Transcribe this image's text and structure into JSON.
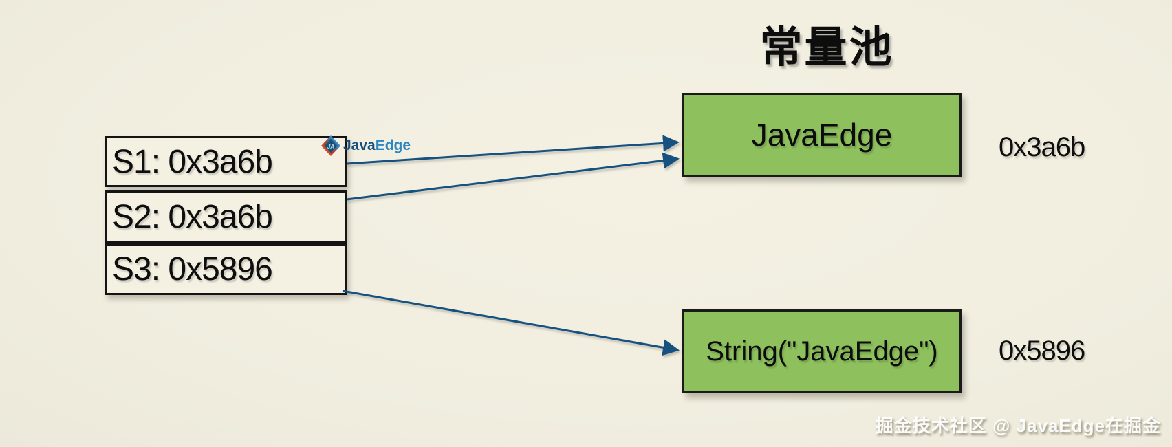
{
  "title": "常量池",
  "stack_refs": [
    {
      "id": "S1",
      "label": "S1: 0x3a6b"
    },
    {
      "id": "S2",
      "label": "S2: 0x3a6b"
    },
    {
      "id": "S3",
      "label": "S3: 0x5896"
    }
  ],
  "pool_entries": [
    {
      "label": "JavaEdge",
      "address": "0x3a6b"
    },
    {
      "label": "String(\"JavaEdge\")",
      "address": "0x5896"
    }
  ],
  "arrows": [
    {
      "from": "S1",
      "to": "JavaEdge"
    },
    {
      "from": "S2",
      "to": "JavaEdge"
    },
    {
      "from": "S3",
      "to": "String(\"JavaEdge\")"
    }
  ],
  "logo": {
    "part1": "Java",
    "part2": "Edge",
    "monogram": "JA"
  },
  "watermark": "掘金技术社区 @ JavaEdge在掘金",
  "colors": {
    "background": "#f1eee0",
    "pool_box_green": "#8ec15d",
    "arrow_navy": "#15517f",
    "border_black": "#141414",
    "logo_java_blue": "#174f7c",
    "logo_edge_blue": "#2e86c1"
  }
}
